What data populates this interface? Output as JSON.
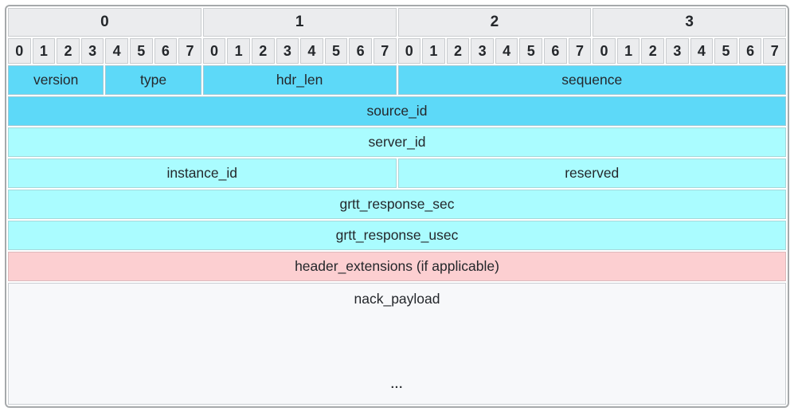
{
  "byte_header": {
    "labels": [
      "0",
      "1",
      "2",
      "3"
    ]
  },
  "bit_header": {
    "labels": [
      "0",
      "1",
      "2",
      "3",
      "4",
      "5",
      "6",
      "7",
      "0",
      "1",
      "2",
      "3",
      "4",
      "5",
      "6",
      "7",
      "0",
      "1",
      "2",
      "3",
      "4",
      "5",
      "6",
      "7",
      "0",
      "1",
      "2",
      "3",
      "4",
      "5",
      "6",
      "7"
    ]
  },
  "fields": {
    "version": "version",
    "type": "type",
    "hdr_len": "hdr_len",
    "sequence": "sequence",
    "source_id": "source_id",
    "server_id": "server_id",
    "instance_id": "instance_id",
    "reserved": "reserved",
    "grtt_response_sec": "grtt_response_sec",
    "grtt_response_usec": "grtt_response_usec",
    "header_extensions": "header_extensions (if applicable)"
  },
  "payload": {
    "label": "nack_payload",
    "ellipsis": "..."
  },
  "colors": {
    "field_dark_cyan": "#5dd9f8",
    "field_light_cyan": "#aafcff",
    "extension_pink": "#fccfd1",
    "header_gray": "#ebecee",
    "payload_gray": "#f7f8fa",
    "frame_border": "#a6a9ab",
    "text": "#24272b"
  }
}
